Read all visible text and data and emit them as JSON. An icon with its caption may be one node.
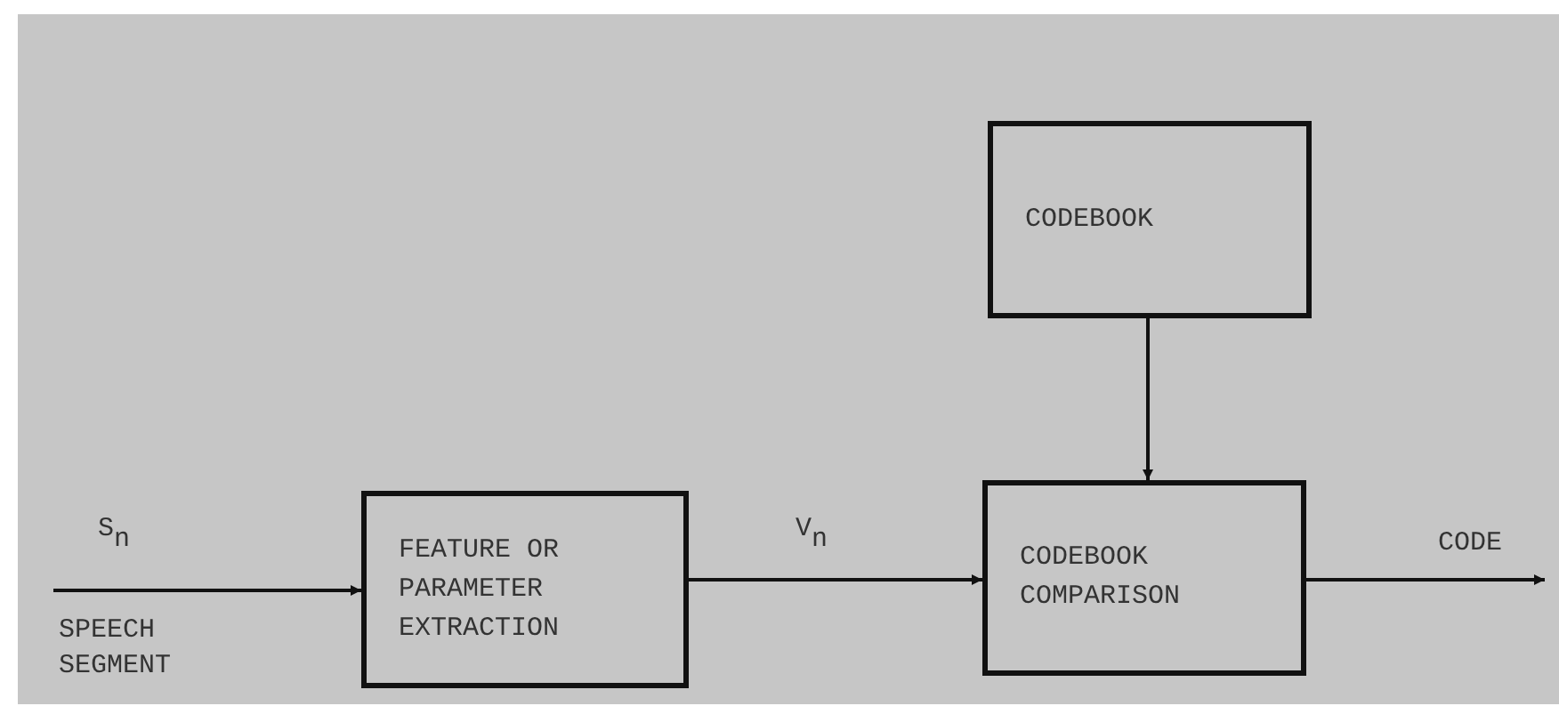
{
  "diagram": {
    "nodes": [
      {
        "text": [
          "CODEBOOK"
        ]
      },
      {
        "text": [
          "FEATURE OR PARAMETER EXTRACTION"
        ]
      },
      {
        "text": [
          "CODEBOOK COMPARISON"
        ]
      }
    ],
    "edges": [
      {
        "from": null,
        "to": 1,
        "arrow": "to",
        "label": "S$_{n}$"
      },
      {
        "from": 1,
        "to": 2,
        "arrow": "to",
        "label": "V$_{n}$"
      },
      {
        "from": 0,
        "to": 2,
        "arrow": "to"
      },
      {
        "from": 2,
        "to": null,
        "arrow": "to",
        "label": "CODE"
      }
    ],
    "labels": [
      "SPEECH SEGMENT"
    ]
  }
}
